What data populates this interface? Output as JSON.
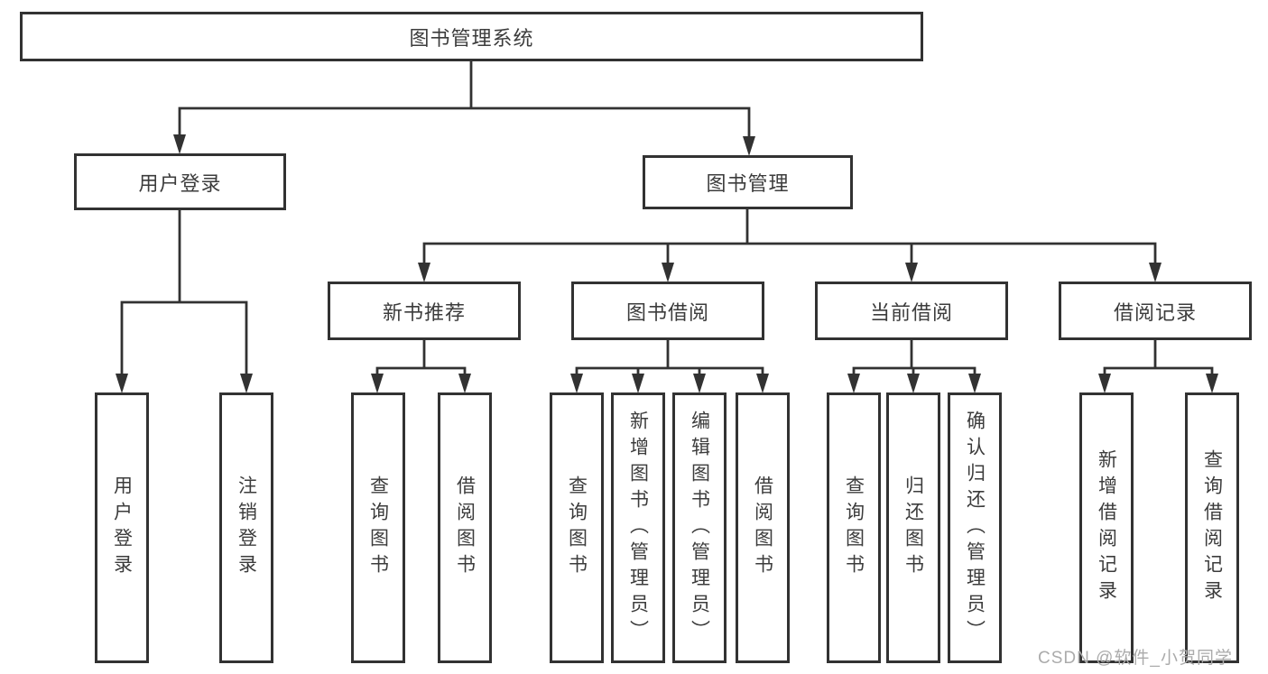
{
  "diagram_title": "图书管理系统",
  "tree": {
    "label": "图书管理系统",
    "children": [
      {
        "label": "用户登录",
        "children": [
          {
            "label": "用户登录"
          },
          {
            "label": "注销登录"
          }
        ]
      },
      {
        "label": "图书管理",
        "children": [
          {
            "label": "新书推荐",
            "children": [
              {
                "label": "查询图书"
              },
              {
                "label": "借阅图书"
              }
            ]
          },
          {
            "label": "图书借阅",
            "children": [
              {
                "label": "查询图书"
              },
              {
                "label": "新增图书（管理员）"
              },
              {
                "label": "编辑图书（管理员）"
              },
              {
                "label": "借阅图书"
              }
            ]
          },
          {
            "label": "当前借阅",
            "children": [
              {
                "label": "查询图书"
              },
              {
                "label": "归还图书"
              },
              {
                "label": "确认归还（管理员）"
              }
            ]
          },
          {
            "label": "借阅记录",
            "children": [
              {
                "label": "新增借阅记录"
              },
              {
                "label": "查询借阅记录"
              }
            ]
          }
        ]
      }
    ]
  },
  "watermark": "CSDN @软件_小贺同学",
  "colors": {
    "line": "#323232",
    "text": "#3c3c3c",
    "watermark": "#ababab",
    "background": "#ffffff"
  }
}
